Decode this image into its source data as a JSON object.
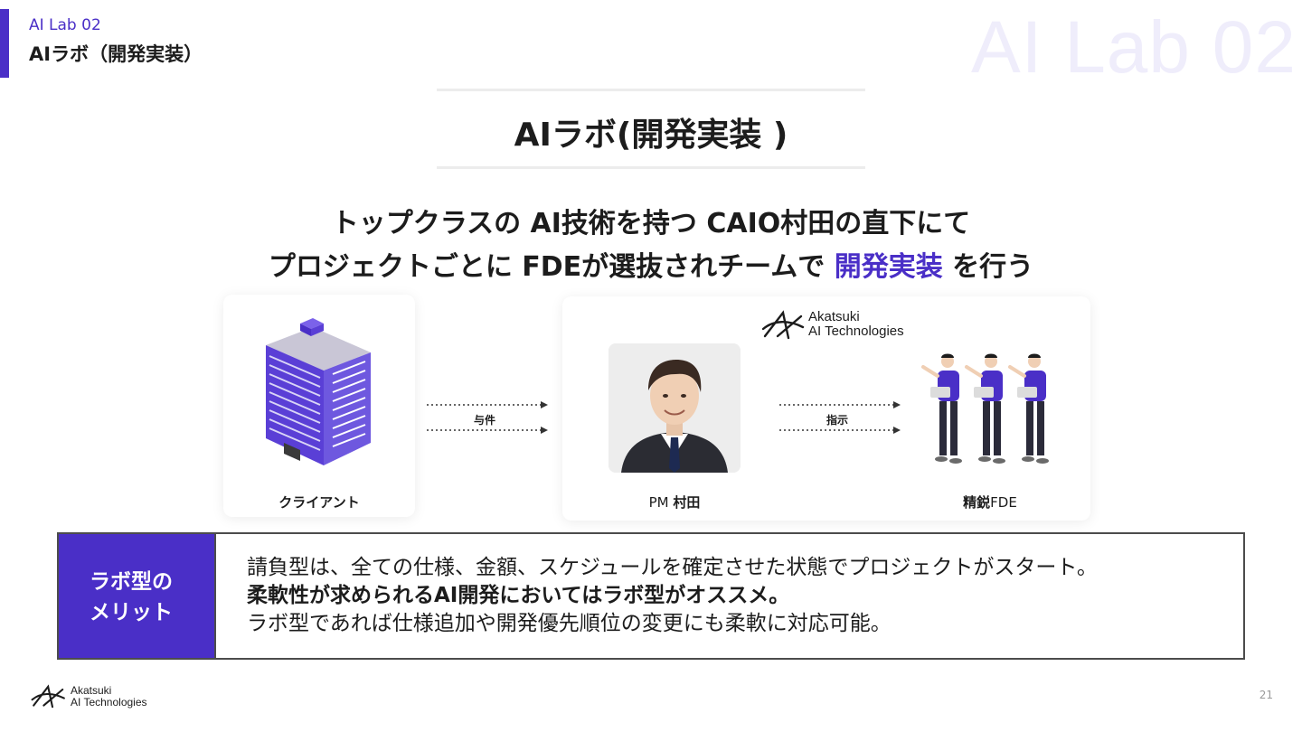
{
  "header": {
    "subtitle": "AI Lab 02",
    "title": "AIラボ（開発実装）",
    "watermark": "AI Lab 02"
  },
  "main_title": "AIラボ(開発実装 )",
  "lead": {
    "line1": "トップクラスの AI技術を持つ CAIO村田の直下にて",
    "line2_before": "プロジェクトごとに FDEが選抜されチームで ",
    "line2_highlight": "開発実装",
    "line2_after": " を行う"
  },
  "diagram": {
    "client_label": "クライアント",
    "arrow1_label": "与件",
    "arrow2_label": "指示",
    "pm_prefix": "PM ",
    "pm_name": "村田",
    "fde_prefix": "精鋭",
    "fde_suffix": "FDE",
    "company_logo_line1": "Akatsuki",
    "company_logo_line2": "AI Technologies"
  },
  "merit": {
    "label_line1": "ラボ型の",
    "label_line2": "メリット",
    "text1": "請負型は、全ての仕様、金額、スケジュールを確定させた状態でプロジェクトがスタート。",
    "text2": "柔軟性が求められるAI開発においてはラボ型がオススメ。",
    "text3": "ラボ型であれば仕様追加や開発優先順位の変更にも柔軟に対応可能。"
  },
  "footer": {
    "logo_line1": "Akatsuki",
    "logo_line2": "AI Technologies",
    "page_number": "21"
  },
  "colors": {
    "accent": "#4a2fc7",
    "watermark": "#efedfb",
    "text": "#1c1c1c",
    "border": "#4c4c4c"
  },
  "icons": {
    "building": "building-illustration",
    "team": "team-illustration",
    "arrow": "dotted-arrow-icon",
    "logo": "akatsuki-logo-icon"
  }
}
